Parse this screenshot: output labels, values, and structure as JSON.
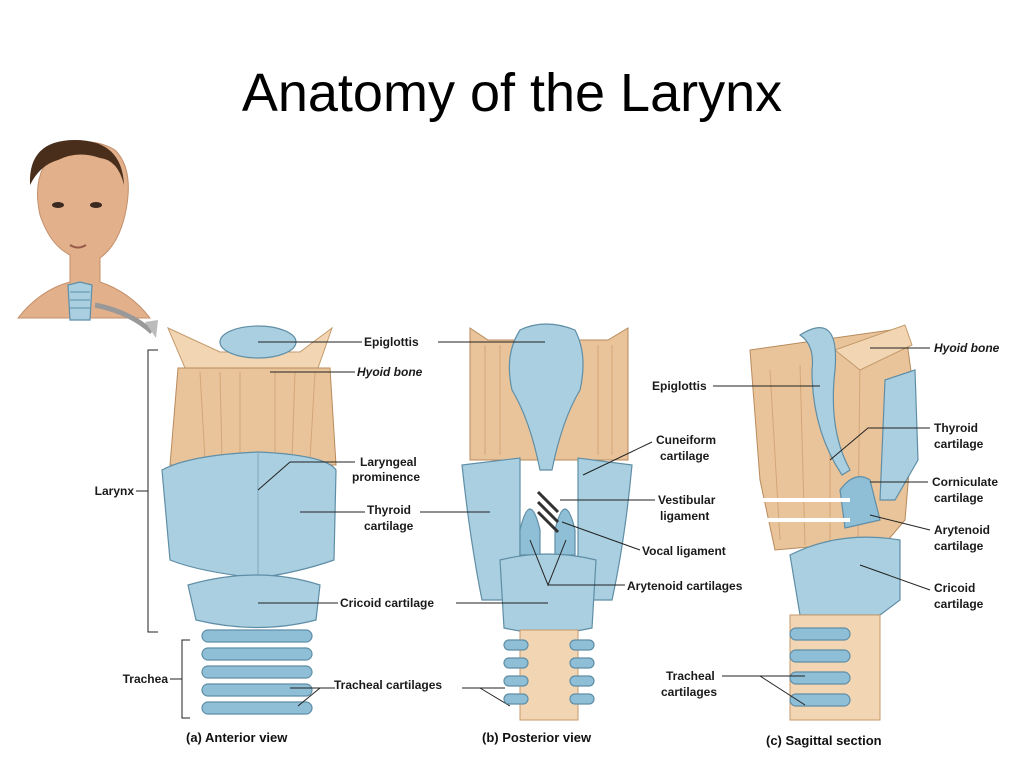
{
  "slide": {
    "title": "Anatomy of the Larynx"
  },
  "colors": {
    "cartilage": "#a9cfe0",
    "membrane": "#e9c49a",
    "background": "#ffffff"
  },
  "panels": {
    "anterior": {
      "caption": "(a) Anterior view",
      "labels": {
        "epiglottis": "Epiglottis",
        "hyoid_bone": "Hyoid bone",
        "laryngeal_prominence_1": "Laryngeal",
        "laryngeal_prominence_2": "prominence",
        "thyroid_1": "Thyroid",
        "thyroid_2": "cartilage",
        "cricoid": "Cricoid cartilage",
        "tracheal_cartilages": "Tracheal cartilages",
        "larynx": "Larynx",
        "trachea": "Trachea"
      }
    },
    "posterior": {
      "caption": "(b) Posterior view",
      "labels": {
        "cuneiform_1": "Cuneiform",
        "cuneiform_2": "cartilage",
        "vestibular_1": "Vestibular",
        "vestibular_2": "ligament",
        "vocal_ligament": "Vocal ligament",
        "arytenoid_cartilages": "Arytenoid cartilages",
        "epiglottis": "Epiglottis"
      }
    },
    "sagittal": {
      "caption": "(c) Sagittal section",
      "labels": {
        "hyoid_bone": "Hyoid bone",
        "thyroid_1": "Thyroid",
        "thyroid_2": "cartilage",
        "corniculate_1": "Corniculate",
        "corniculate_2": "cartilage",
        "arytenoid_1": "Arytenoid",
        "arytenoid_2": "cartilage",
        "cricoid_1": "Cricoid",
        "cricoid_2": "cartilage",
        "tracheal_1": "Tracheal",
        "tracheal_2": "cartilages"
      }
    }
  }
}
